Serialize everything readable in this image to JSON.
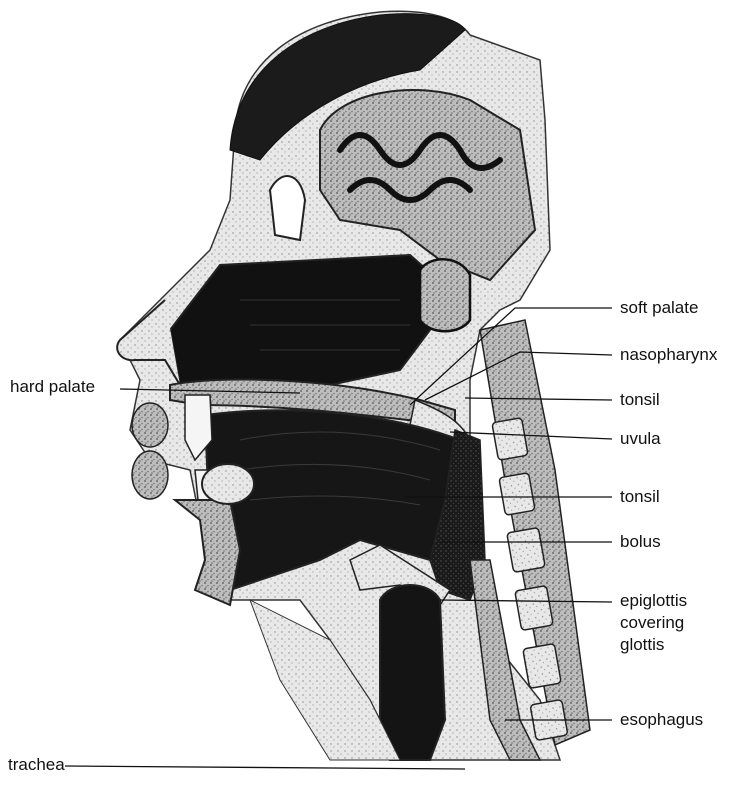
{
  "figure": {
    "labels": {
      "hard_palate": "hard palate",
      "trachea": "trachea",
      "soft_palate": "soft palate",
      "nasopharynx": "nasopharynx",
      "tonsil_upper": "tonsil",
      "uvula": "uvula",
      "tonsil_lower": "tonsil",
      "bolus": "bolus",
      "epiglottis_line1": "epiglottis",
      "epiglottis_line2": "covering",
      "epiglottis_line3": "glottis",
      "esophagus": "esophagus"
    }
  }
}
